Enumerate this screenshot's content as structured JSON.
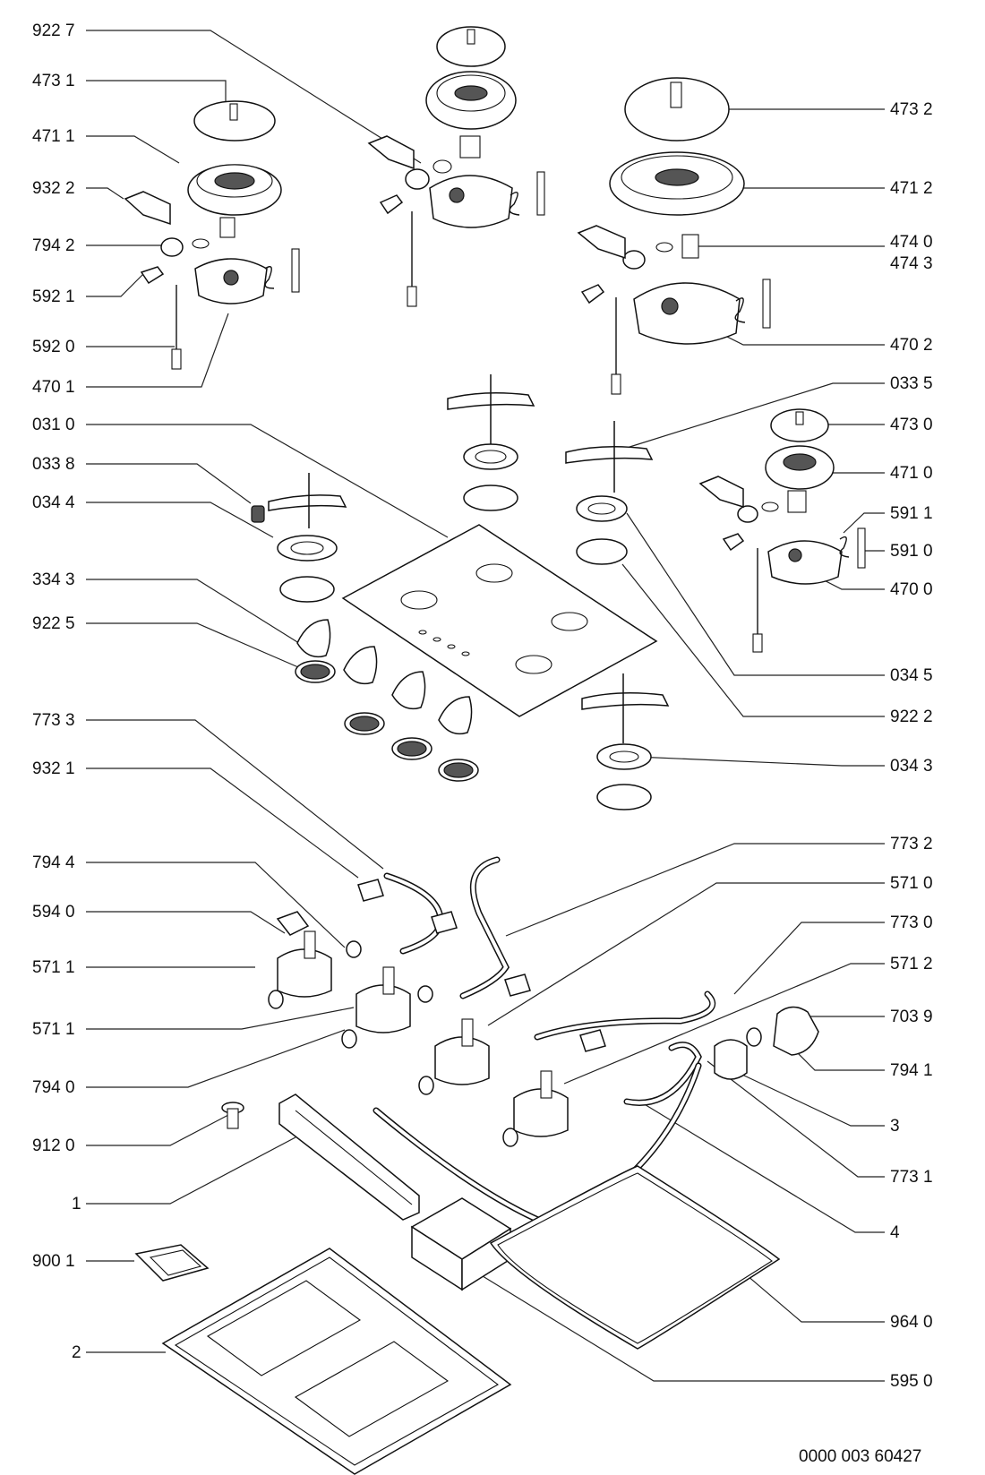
{
  "labels_left": [
    "922 7",
    "473 1",
    "471 1",
    "932 2",
    "794 2",
    "592 1",
    "592 0",
    "470 1",
    "031 0",
    "033 8",
    "034 4",
    "334 3",
    "922 5",
    "773 3",
    "932 1",
    "794 4",
    "594 0",
    "571 1",
    "571 1",
    "794 0",
    "912 0",
    "1",
    "900 1",
    "2"
  ],
  "labels_right": [
    "473 2",
    "471 2",
    "474 0",
    "474 3",
    "470 2",
    "033 5",
    "473 0",
    "471 0",
    "591 1",
    "591 0",
    "470 0",
    "034 5",
    "922 2",
    "034 3",
    "773 2",
    "571 0",
    "773 0",
    "571 2",
    "703 9",
    "794 1",
    "3",
    "773 1",
    "4",
    "964 0",
    "595 0"
  ],
  "footer_code": "0000 003 60427"
}
